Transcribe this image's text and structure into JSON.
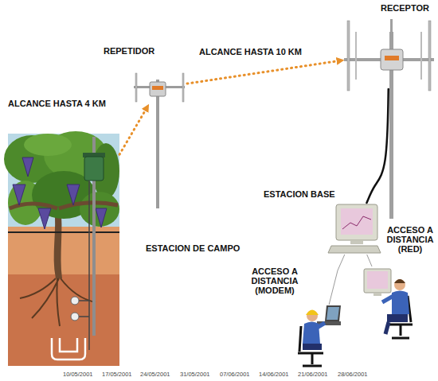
{
  "diagram": {
    "nodes": [
      {
        "text": [
          "ESTACION DE CAMPO"
        ]
      },
      {
        "text": [
          "REPETIDOR"
        ]
      },
      {
        "text": [
          "RECEPTOR"
        ]
      },
      {
        "text": [
          "ESTACION BASE"
        ]
      },
      {
        "text": [
          "ACCESO A DISTANCIA (RED)"
        ]
      },
      {
        "text": [
          "ACCESO A DISTANCIA (MODEM)"
        ]
      }
    ],
    "edges": [
      {
        "from": 0,
        "to": 1,
        "arrow": "to",
        "label": "ALCANCE HASTA 4 KM"
      },
      {
        "from": 1,
        "to": 2,
        "arrow": "to",
        "label": "ALCANCE HASTA 10 KM"
      },
      {
        "from": 2,
        "to": 3,
        "arrow": "none"
      },
      {
        "from": 3,
        "to": 4,
        "arrow": "none"
      },
      {
        "from": 3,
        "to": 5,
        "arrow": "none"
      }
    ],
    "labels": [
      "10/05/2001",
      "17/05/2001",
      "24/05/2001",
      "31/05/2001",
      "07/06/2001",
      "14/06/2001",
      "21/06/2001",
      "28/06/2001"
    ]
  }
}
